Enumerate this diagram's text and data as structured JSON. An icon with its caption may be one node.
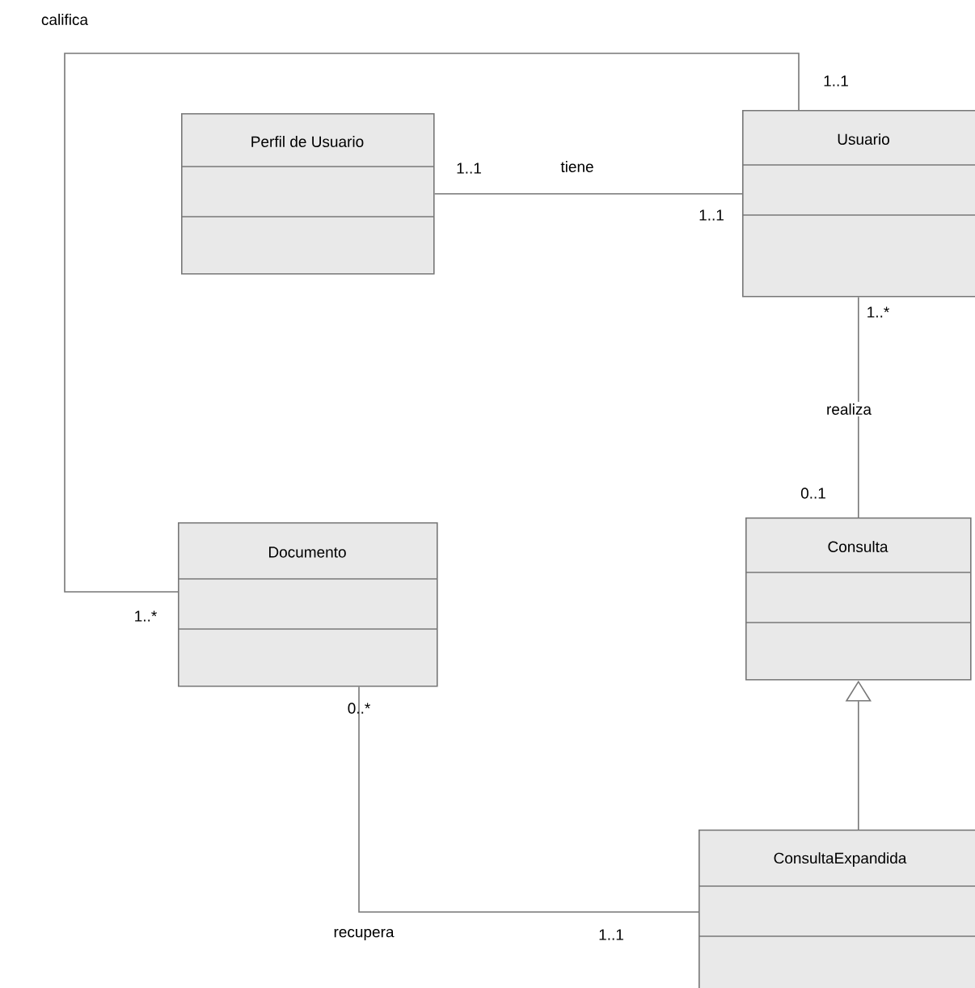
{
  "diagram": {
    "nodes": [
      {
        "text": [
          "Perfil de Usuario"
        ]
      },
      {
        "text": [
          "Usuario"
        ]
      },
      {
        "text": [
          "Documento"
        ]
      },
      {
        "text": [
          "Consulta"
        ]
      },
      {
        "text": [
          "ConsultaExpandida"
        ]
      }
    ],
    "edges": [
      {
        "from": 0,
        "to": 1,
        "arrow": "none",
        "label": "tiene"
      },
      {
        "from": 1,
        "to": 2,
        "arrow": "none",
        "label": "califica"
      },
      {
        "from": 1,
        "to": 3,
        "arrow": "none",
        "label": "realiza"
      },
      {
        "from": 4,
        "to": 3,
        "arrow": "to"
      },
      {
        "from": 2,
        "to": 4,
        "arrow": "none",
        "label": "recupera"
      }
    ],
    "labels": [
      "1..1",
      "1..1",
      "1..1",
      "1..*",
      "0..1",
      "1..*",
      "0..*",
      "1..1"
    ]
  }
}
